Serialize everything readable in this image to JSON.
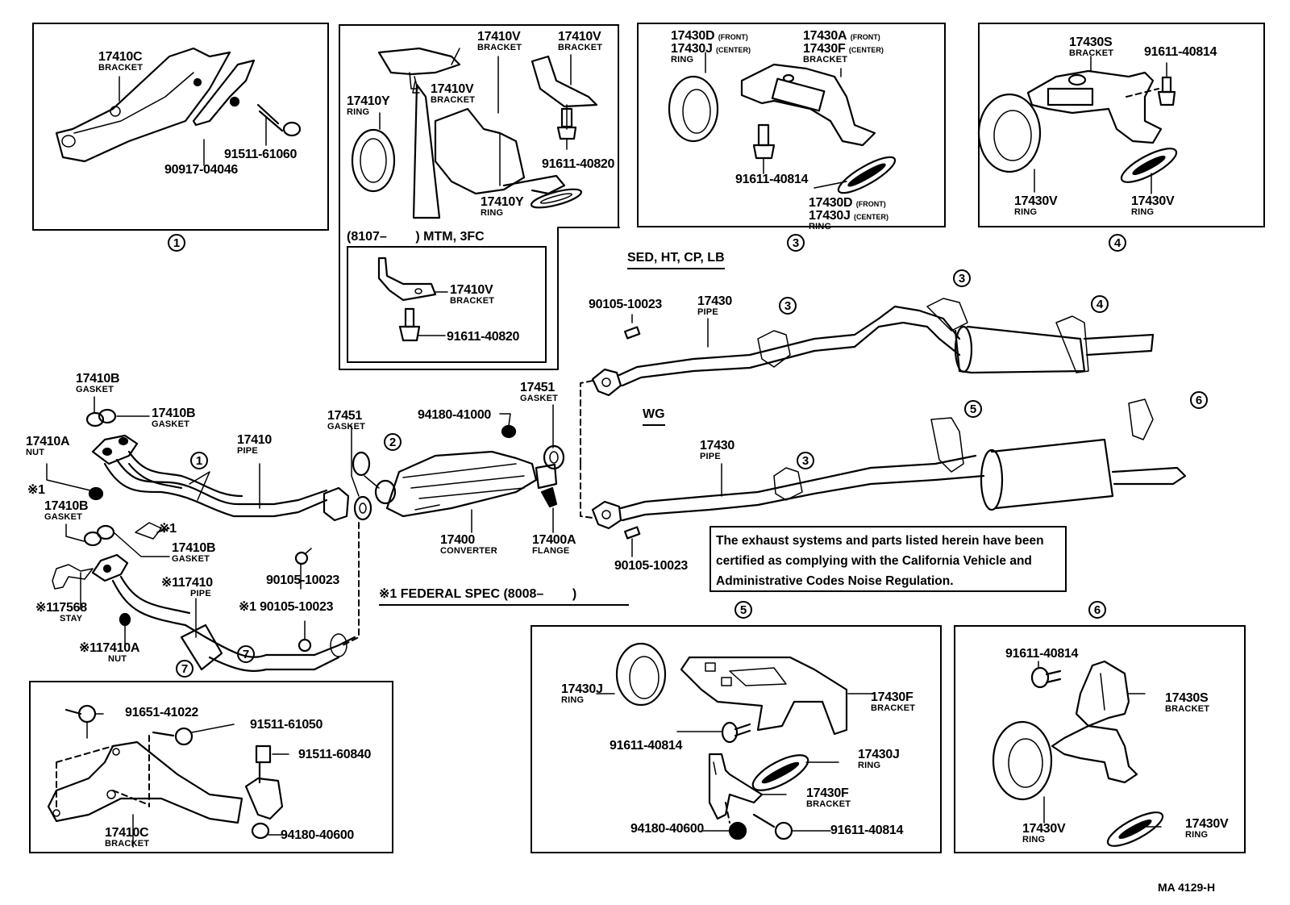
{
  "document": {
    "type": "parts exploded diagram",
    "subject": "Exhaust pipe, converter and mounting brackets",
    "drawing_code": "MA 4129-H"
  },
  "boxes": {
    "box1": {
      "ref": "1",
      "callouts": [
        {
          "part": "17410C",
          "name": "BRACKET"
        },
        {
          "part": "91511-61060",
          "name": ""
        },
        {
          "part": "90917-04046",
          "name": ""
        }
      ]
    },
    "box2": {
      "callouts": [
        {
          "part": "17410V",
          "name": "BRACKET"
        },
        {
          "part": "17410V",
          "name": "BRACKET"
        },
        {
          "part": "17410V",
          "name": "BRACKET"
        },
        {
          "part": "17410Y",
          "name": "RING"
        },
        {
          "part": "91611-40820",
          "name": ""
        },
        {
          "part": "17410Y",
          "name": "RING"
        }
      ],
      "sub_caption": "(8107–        ) MTM, 3FC",
      "sub_callouts": [
        {
          "part": "17410V",
          "name": "BRACKET"
        },
        {
          "part": "91611-40820",
          "name": ""
        }
      ]
    },
    "box3": {
      "ref": "3",
      "callouts": [
        {
          "part": "17430D",
          "qual": "(FRONT)",
          "part2": "17430J",
          "qual2": "(CENTER)",
          "name": "RING"
        },
        {
          "part": "17430A",
          "qual": "(FRONT)",
          "part2": "17430F",
          "qual2": "(CENTER)",
          "name": "BRACKET"
        },
        {
          "part": "91611-40814",
          "name": ""
        },
        {
          "part": "17430D",
          "qual": "(FRONT)",
          "part2": "17430J",
          "qual2": "(CENTER)",
          "name": "RING"
        }
      ]
    },
    "box4": {
      "ref": "4",
      "callouts": [
        {
          "part": "17430S",
          "name": "BRACKET"
        },
        {
          "part": "91611-40814",
          "name": ""
        },
        {
          "part": "17430V",
          "name": "RING"
        },
        {
          "part": "17430V",
          "name": "RING"
        }
      ]
    },
    "box5": {
      "ref": "5",
      "callouts": [
        {
          "part": "17430J",
          "name": "RING"
        },
        {
          "part": "17430F",
          "name": "BRACKET"
        },
        {
          "part": "91611-40814",
          "name": ""
        },
        {
          "part": "17430J",
          "name": "RING"
        },
        {
          "part": "17430F",
          "name": "BRACKET"
        },
        {
          "part": "94180-40600",
          "name": ""
        },
        {
          "part": "91611-40814",
          "name": ""
        }
      ]
    },
    "box6": {
      "ref": "6",
      "callouts": [
        {
          "part": "91611-40814",
          "name": ""
        },
        {
          "part": "17430S",
          "name": "BRACKET"
        },
        {
          "part": "17430V",
          "name": "RING"
        },
        {
          "part": "17430V",
          "name": "RING"
        }
      ]
    },
    "box7": {
      "ref": "7",
      "callouts": [
        {
          "part": "91651-41022",
          "name": ""
        },
        {
          "part": "91511-61050",
          "name": ""
        },
        {
          "part": "91511-60840",
          "name": ""
        },
        {
          "part": "17410C",
          "name": "BRACKET"
        },
        {
          "part": "94180-40600",
          "name": ""
        }
      ]
    }
  },
  "main": {
    "front": [
      {
        "part": "17410B",
        "name": "GASKET"
      },
      {
        "part": "17410B",
        "name": "GASKET"
      },
      {
        "part": "17410A",
        "name": "NUT"
      },
      {
        "mark": "※1"
      },
      {
        "part": "17410B",
        "name": "GASKET"
      },
      {
        "part": "17410B",
        "name": "GASKET"
      },
      {
        "part": "17410",
        "name": "PIPE"
      },
      {
        "mark": "※1"
      },
      {
        "mark": "※1",
        "part": "17410",
        "name": "PIPE"
      },
      {
        "mark": "※1",
        "part": "17568",
        "name": "STAY"
      },
      {
        "mark": "※1",
        "part": "17410A",
        "name": "NUT"
      },
      {
        "part": "90105-10023",
        "name": ""
      },
      {
        "mark": "※1",
        "part": "90105-10023",
        "name": ""
      },
      {
        "part": "17451",
        "name": "GASKET"
      },
      {
        "part": "94180-41000",
        "name": ""
      },
      {
        "part": "17451",
        "name": "GASKET"
      },
      {
        "part": "17400",
        "name": "CONVERTER"
      },
      {
        "part": "17400A",
        "name": "FLANGE"
      }
    ],
    "refs": [
      "1",
      "2",
      "7",
      "7"
    ],
    "federal_note": "※1 FEDERAL SPEC (8008–        )",
    "sed": {
      "heading": "SED, HT, CP, LB",
      "callouts": [
        {
          "part": "90105-10023",
          "name": ""
        },
        {
          "part": "17430",
          "name": "PIPE"
        }
      ],
      "refs": [
        "3",
        "3",
        "4"
      ]
    },
    "wg": {
      "heading": "WG",
      "callouts": [
        {
          "part": "17430",
          "name": "PIPE"
        },
        {
          "part": "90105-10023",
          "name": ""
        }
      ],
      "refs": [
        "3",
        "5",
        "6"
      ]
    },
    "certification_note": [
      "The exhaust systems and parts listed herein have been",
      "certified as complying with the California Vehicle and",
      "Administrative Codes Noise Regulation."
    ]
  }
}
